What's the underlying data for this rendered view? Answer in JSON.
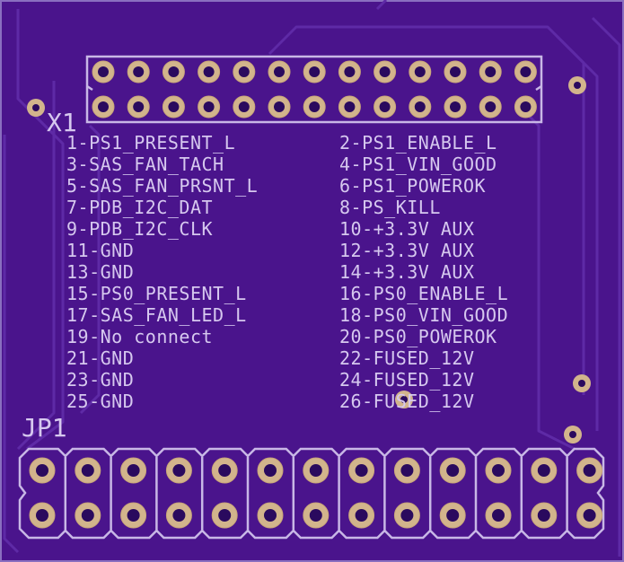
{
  "board": {
    "background": "#4a148c",
    "silk_color": "#d6c8ef",
    "pad_color": "#d2b48c"
  },
  "x1": {
    "ref": "X1",
    "pin_rows": 2,
    "pin_cols": 13
  },
  "jp1": {
    "ref": "JP1",
    "pin_rows": 2,
    "pin_cols": 13
  },
  "pin_labels": {
    "left": [
      "1-PS1_PRESENT_L",
      "3-SAS_FAN_TACH",
      "5-SAS_FAN_PRSNT_L",
      "7-PDB_I2C_DAT",
      "9-PDB_I2C_CLK",
      "11-GND",
      "13-GND",
      "15-PS0_PRESENT_L",
      "17-SAS_FAN_LED_L",
      "19-No connect",
      "21-GND",
      "23-GND",
      "25-GND"
    ],
    "right": [
      "2-PS1_ENABLE_L",
      "4-PS1_VIN_GOOD",
      "6-PS1_POWEROK",
      "8-PS_KILL",
      "10-+3.3V AUX",
      "12-+3.3V AUX",
      "14-+3.3V AUX",
      "16-PS0_ENABLE_L",
      "18-PS0_VIN_GOOD",
      "20-PS0_POWEROK",
      "22-FUSED_12V",
      "24-FUSED_12V",
      "26-FUSED_12V"
    ]
  }
}
